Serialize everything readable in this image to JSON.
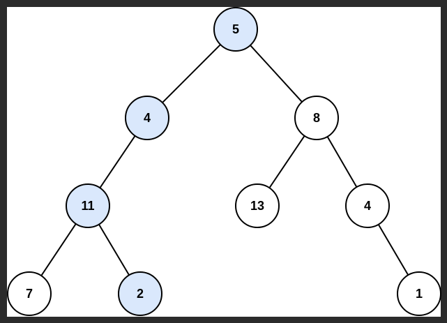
{
  "diagram": {
    "colors": {
      "frame": "#2b2b2b",
      "background": "#ffffff",
      "highlight_fill": "#dae8fc",
      "normal_fill": "#ffffff",
      "stroke": "#000000"
    },
    "nodes": [
      {
        "id": "n5",
        "label": "5",
        "highlighted": true
      },
      {
        "id": "n4",
        "label": "4",
        "highlighted": true
      },
      {
        "id": "n8",
        "label": "8",
        "highlighted": false
      },
      {
        "id": "n11",
        "label": "11",
        "highlighted": true
      },
      {
        "id": "n13",
        "label": "13",
        "highlighted": false
      },
      {
        "id": "n4b",
        "label": "4",
        "highlighted": false
      },
      {
        "id": "n7",
        "label": "7",
        "highlighted": false
      },
      {
        "id": "n2",
        "label": "2",
        "highlighted": true
      },
      {
        "id": "n1",
        "label": "1",
        "highlighted": false
      }
    ],
    "edges": [
      {
        "from": "n5",
        "to": "n4"
      },
      {
        "from": "n5",
        "to": "n8"
      },
      {
        "from": "n4",
        "to": "n11"
      },
      {
        "from": "n8",
        "to": "n13"
      },
      {
        "from": "n8",
        "to": "n4b"
      },
      {
        "from": "n11",
        "to": "n7"
      },
      {
        "from": "n11",
        "to": "n2"
      },
      {
        "from": "n4b",
        "to": "n1"
      }
    ]
  }
}
